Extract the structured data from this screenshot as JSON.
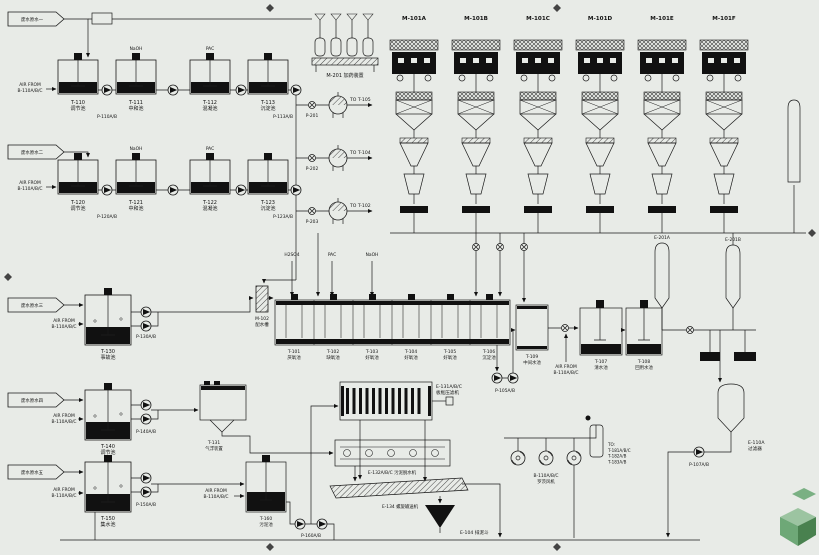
{
  "colors": {
    "bg": "#e8ebe7",
    "ink": "#1a1a1a",
    "dark": "#111111",
    "logo_greens": [
      "#9cc4a1",
      "#6ea877",
      "#49814f",
      "#7ab083"
    ]
  },
  "flags": {
    "f1": "废水原水一",
    "f2": "废水原水二",
    "f3": "废水原水三",
    "f4": "废水原水四",
    "f5": "废水原水五"
  },
  "air_from": "AIR FROM\nB-110A/B/C",
  "trains": {
    "labels": [
      "M-101A",
      "M-101B",
      "M-101C",
      "M-101D",
      "M-101E",
      "M-101F"
    ]
  },
  "row1": {
    "t110": "T-110\n调节池",
    "t111": "T-111\n中和池",
    "t112": "T-112\n混凝池",
    "t113": "T-113\n沉淀池",
    "p110": "P-110A/B",
    "p113": "P-113A/B",
    "naoh": "NaOH",
    "pac": "PAC"
  },
  "row2": {
    "t120": "T-120\n调节池",
    "t121": "T-121\n中和池",
    "t122": "T-122\n混凝池",
    "t123": "T-123\n沉淀池",
    "p120": "P-120A/B",
    "p123": "P-123A/B",
    "naoh": "NaOH",
    "pac": "PAC"
  },
  "dosing_skid": {
    "label": "M-201 加药装置"
  },
  "filters": {
    "p201": "P-201",
    "p202": "P-202",
    "p203": "P-203",
    "to105": "TO T-105",
    "to104": "TO T-104",
    "to102": "TO T-102"
  },
  "chemicals": {
    "h2so4": "H2SO4",
    "pac": "PAC",
    "naoh": "NaOH"
  },
  "distributor": "M-102\n配水槽",
  "basin": {
    "cells": [
      "T-101\n厌氧池",
      "T-102\n缺氧池",
      "T-103\n好氧池",
      "T-104\n好氧池",
      "T-105\n好氧池",
      "T-106\n沉淀池"
    ],
    "t109": "T-109\n中间水池",
    "t107": "T-107\n清水池",
    "t108": "T-108\n回用水池",
    "p105": "P-105A/B"
  },
  "left_tanks": {
    "t130": "T-130\n事故池",
    "t140": "T-140\n调节池",
    "t150": "T-150\n集水池",
    "p130": "P-130A/B",
    "p140": "P-140A/B",
    "p150": "P-150A/B"
  },
  "sludge": {
    "t131": "T-131\n气浮装置",
    "e131": "E-131A/B/C\n板框压滤机",
    "e132": "E-132A/B/C 污泥脱水机",
    "e134": "E-134 螺旋输送机",
    "t160": "T-160\n污泥池",
    "p160": "P-160A/B",
    "b110": "B-110A/B/C\n罗茨风机",
    "note": "TO:\nT-181A/B/C\nT-182A/B\nT-183A/B",
    "e104": "E-104 排泥斗"
  },
  "right": {
    "e201a": "E-201A",
    "e201b": "E-201B",
    "e110a": "E-110A\n过滤器",
    "p107": "P-107A/B"
  }
}
